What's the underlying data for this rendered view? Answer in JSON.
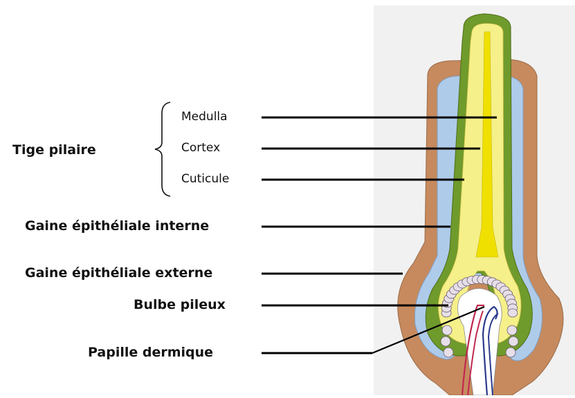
{
  "diagram": {
    "group_label": "Tige pilaire",
    "group_items": [
      "Medulla",
      "Cortex",
      "Cuticule"
    ],
    "labels": [
      "Gaine épithéliale interne",
      "Gaine épithéliale externe",
      "Bulbe pileux",
      "Papille dermique"
    ]
  },
  "colors": {
    "background_panel": "#f1f1f1",
    "outer_sheath": "#c68a5e",
    "inner_sheath": "#aecbea",
    "hair_green": "#6f9a2c",
    "hair_yellow": "#f5f089",
    "medulla": "#f0e000",
    "bulb_cells": "#e6dfe8",
    "vessel_red": "#c0284e",
    "vessel_blue": "#2a3a8c",
    "leader_line": "#000000"
  }
}
